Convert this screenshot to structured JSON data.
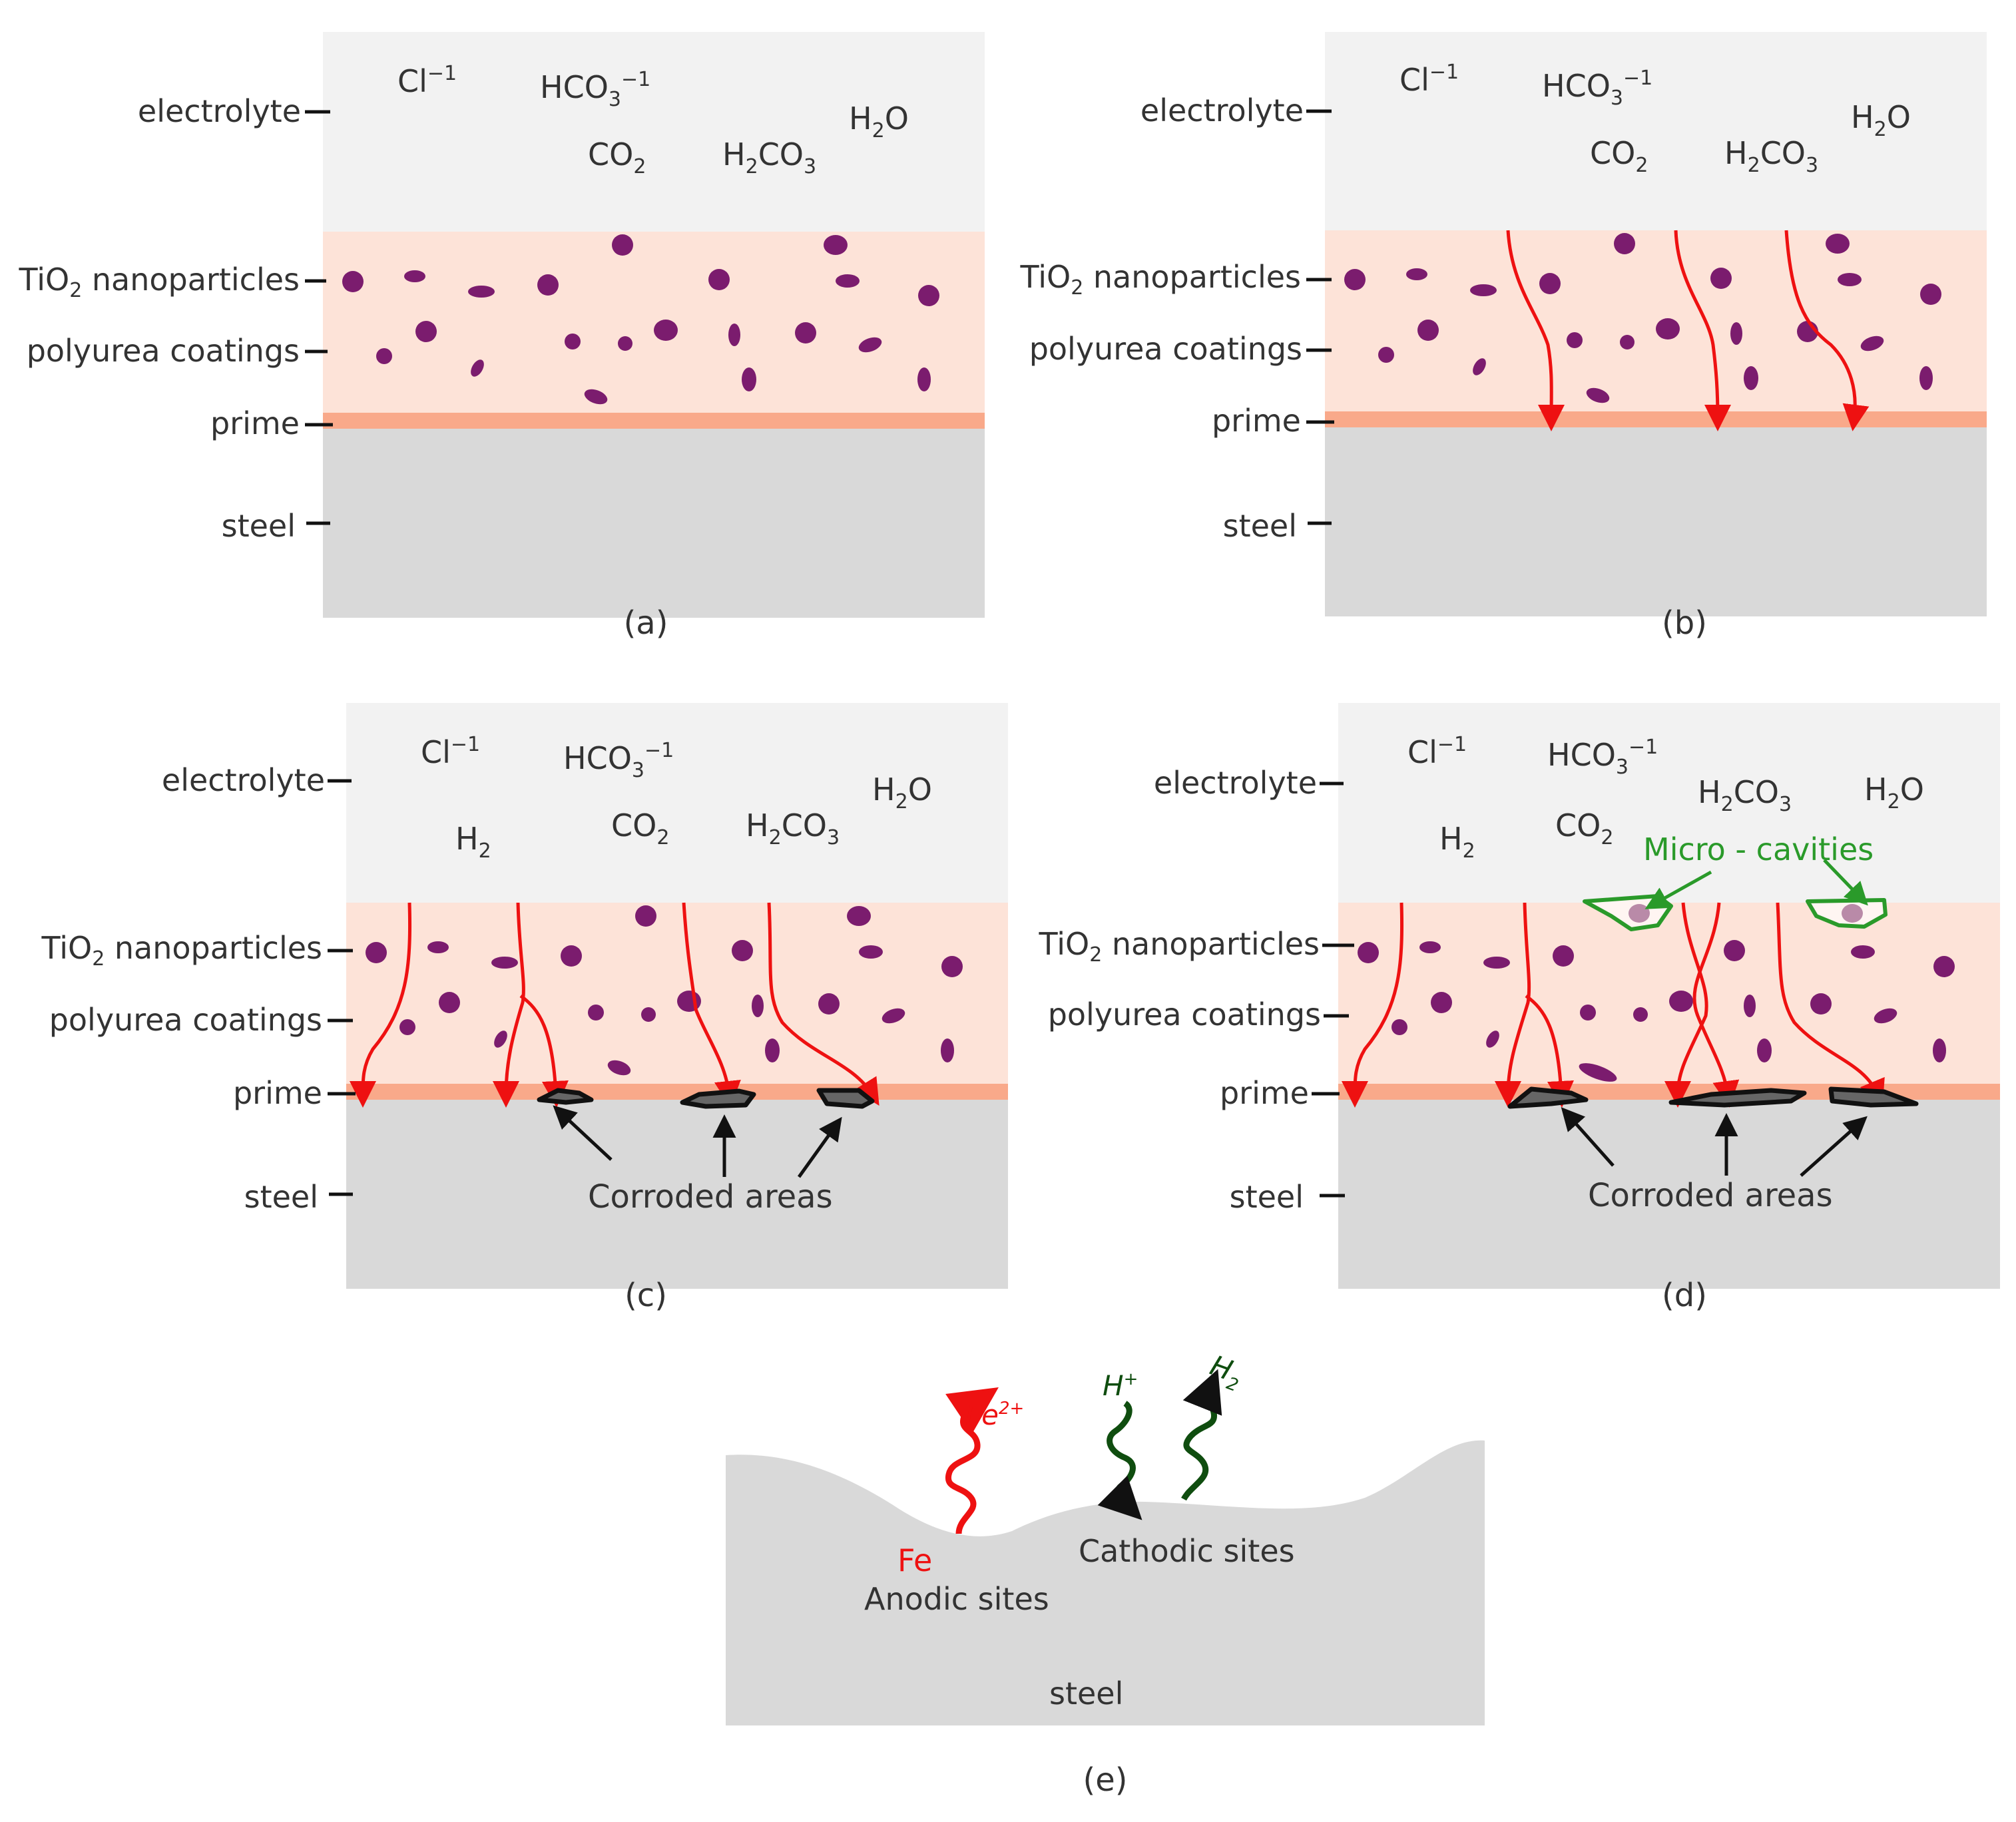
{
  "colors": {
    "electrolyte": "#f2f2f2",
    "coating": "#fde3d8",
    "prime": "#f9a98a",
    "steel": "#d9d9d9",
    "particle": "#7b1c6e",
    "penetration": "#ee1111",
    "corrosion": "#222222",
    "cavity": "#2a9a2a",
    "cathodic": "#0f4d0f",
    "text": "#333333"
  },
  "layer_labels": {
    "electrolyte": "electrolyte",
    "tio2_base": "TiO",
    "tio2_sub": "2",
    "tio2_rest": " nanoparticles",
    "polyurea": "polyurea coatings",
    "prime": "prime",
    "steel": "steel"
  },
  "species": {
    "cl": "Cl",
    "cl_sup": "−1",
    "hco3": "HCO",
    "hco3_sub": "3",
    "hco3_sup": "−1",
    "co2": "CO",
    "co2_sub": "2",
    "h2co3_a": "H",
    "h2co3_sub1": "2",
    "h2co3_b": "CO",
    "h2co3_sub2": "3",
    "h2o_a": "H",
    "h2o_sub": "2",
    "h2o_b": "O",
    "h2": "H",
    "h2_sub": "2"
  },
  "annotations": {
    "corroded": "Corroded areas",
    "micro_cavities": "Micro - cavities"
  },
  "panel_labels": {
    "a": "(a)",
    "b": "(b)",
    "c": "(c)",
    "d": "(d)",
    "e": "(e)"
  },
  "panel_e": {
    "fe2": "Fe",
    "fe2_sup": "2+",
    "fe": "Fe",
    "anodic": "Anodic sites",
    "hplus": "H",
    "hplus_sup": "+",
    "h2": "H",
    "h2_sub": "2",
    "cathodic": "Cathodic sites",
    "steel": "steel"
  }
}
